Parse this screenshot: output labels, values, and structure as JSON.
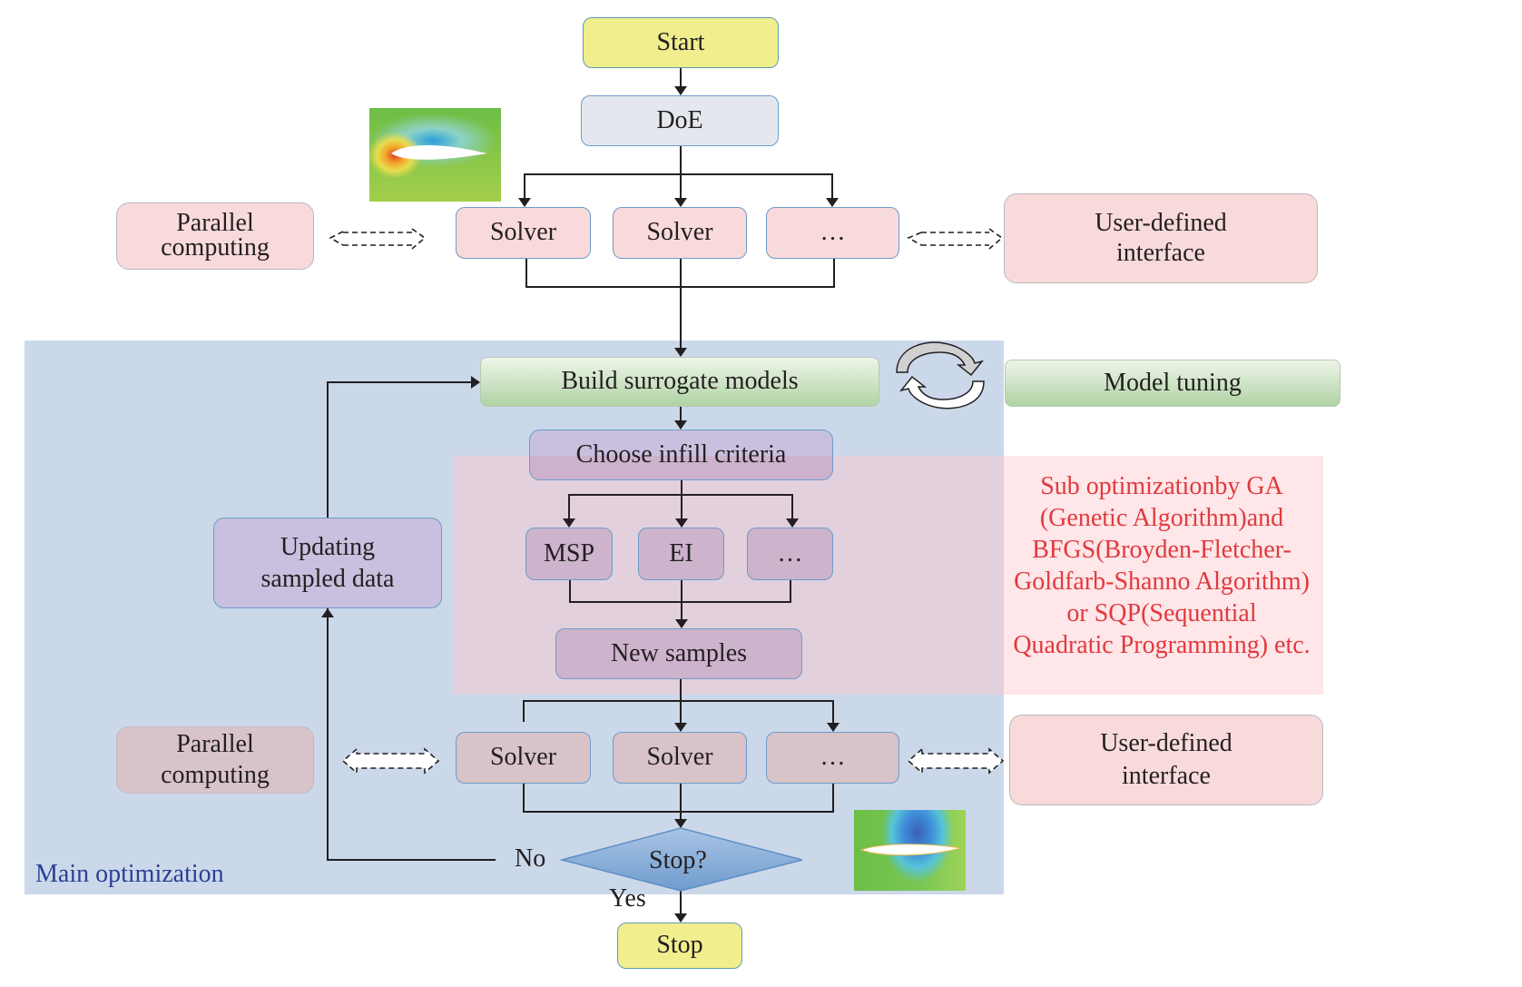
{
  "flow": {
    "start": "Start",
    "doe": "DoE",
    "top_solvers": [
      "Solver",
      "Solver",
      "…"
    ],
    "parallel_top": [
      "Parallel",
      "computing"
    ],
    "user_defined_top": [
      "User-defined",
      "interface"
    ],
    "build_surrogate": "Build surrogate models",
    "model_tuning": "Model tuning",
    "choose_infill": "Choose infill criteria",
    "criteria": [
      "MSP",
      "EI",
      "…"
    ],
    "new_samples": "New samples",
    "updating": [
      "Updating",
      "sampled data"
    ],
    "bottom_solvers": [
      "Solver",
      "Solver",
      "…"
    ],
    "parallel_bottom": [
      "Parallel",
      "computing"
    ],
    "user_defined_bottom": [
      "User-defined",
      "interface"
    ],
    "decision": "Stop?",
    "no_label": "No",
    "yes_label": "Yes",
    "stop": "Stop",
    "main_region_label": "Main optimization",
    "sub_optimization_lines": [
      "Sub optimizationby GA",
      "(Genetic Algorithm)and",
      "BFGS(Broyden-Fletcher-",
      "Goldfarb-Shanno Algorithm)",
      "or SQP(Sequential",
      "Quadratic Programming) etc."
    ]
  },
  "icons": {
    "airfoil_top": "airfoil-pressure-contour-image",
    "airfoil_bottom": "airfoil-mesh-contour-image",
    "cycle": "cycle-arrows-icon",
    "bidirectional": "dashed-double-arrow-icon"
  },
  "colors": {
    "start_stop_fill": "#f1ee8e",
    "doe_fill": "#e4e8ee",
    "solver_fill": "#f9dadb",
    "main_region": "#cbd8ea",
    "sub_region_text": "#e03a3e",
    "main_label": "#2a3f94",
    "decision_fill": "#7ea8d6"
  }
}
